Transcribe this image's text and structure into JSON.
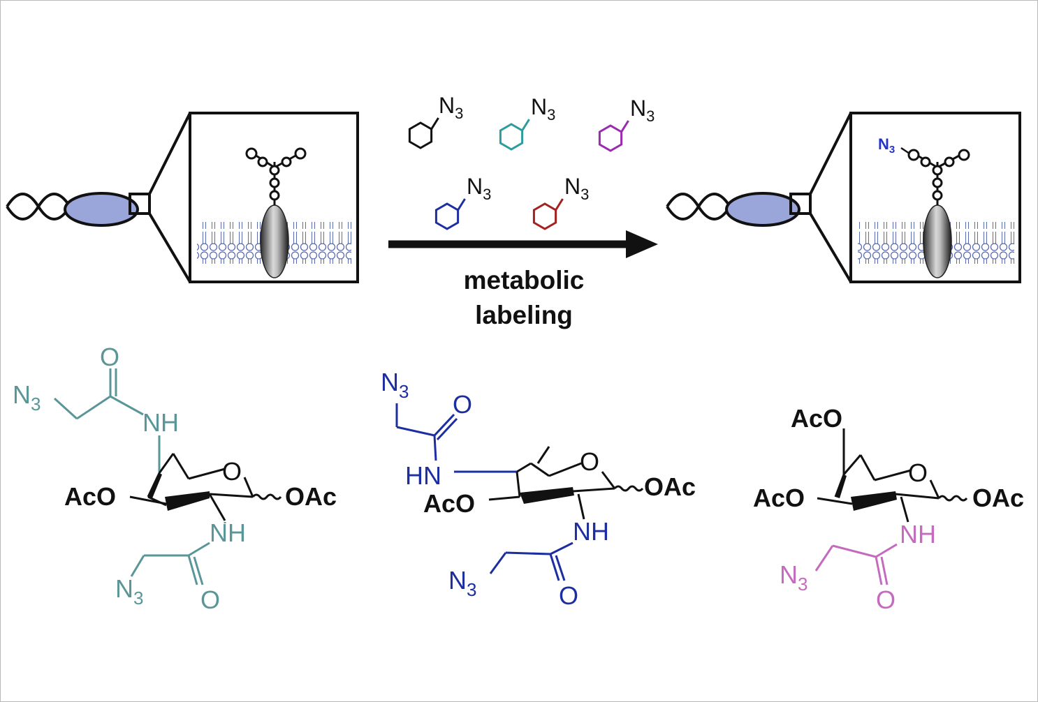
{
  "colors": {
    "black": "#111111",
    "teal": "#5a9698",
    "teal_ring": "#2e9c9c",
    "purple": "#9a2bb0",
    "blue": "#1c2ea0",
    "red": "#a3221f",
    "pink": "#c46bc0",
    "azide_label": "#2233cc",
    "membrane": "#5a6bb0",
    "protein_fill": "#9aa6da"
  },
  "reagents": [
    {
      "label_main": "N",
      "label_sub": "3",
      "color": "black"
    },
    {
      "label_main": "N",
      "label_sub": "3",
      "color": "teal"
    },
    {
      "label_main": "N",
      "label_sub": "3",
      "color": "purple"
    },
    {
      "label_main": "N",
      "label_sub": "3",
      "color": "blue"
    },
    {
      "label_main": "N",
      "label_sub": "3",
      "color": "red"
    }
  ],
  "arrow": {
    "line1": "metabolic",
    "line2": "labeling"
  },
  "product_tag": {
    "label_main": "N",
    "label_sub": "3"
  },
  "structures": [
    {
      "id": "teal-sugar",
      "acyl_O": "O",
      "azide_top": "N",
      "azide_top_sub": "3",
      "nh_top": "NH",
      "ring_O": "O",
      "aco": "AcO",
      "oac": "OAc",
      "nh_bottom": "NH",
      "azide_bottom": "N",
      "azide_bottom_sub": "3",
      "acyl_O_bottom": "O"
    },
    {
      "id": "blue-sugar",
      "azide_top": "N",
      "azide_top_sub": "3",
      "acyl_O": "O",
      "hn": "HN",
      "ring_O": "O",
      "aco": "AcO",
      "oac": "OAc",
      "nh_bottom": "NH",
      "azide_bottom": "N",
      "azide_bottom_sub": "3",
      "acyl_O_bottom": "O"
    },
    {
      "id": "pink-sugar",
      "aco_top": "AcO",
      "ring_O": "O",
      "aco": "AcO",
      "oac": "OAc",
      "nh_bottom": "NH",
      "azide_bottom": "N",
      "azide_bottom_sub": "3",
      "acyl_O_bottom": "O"
    }
  ]
}
